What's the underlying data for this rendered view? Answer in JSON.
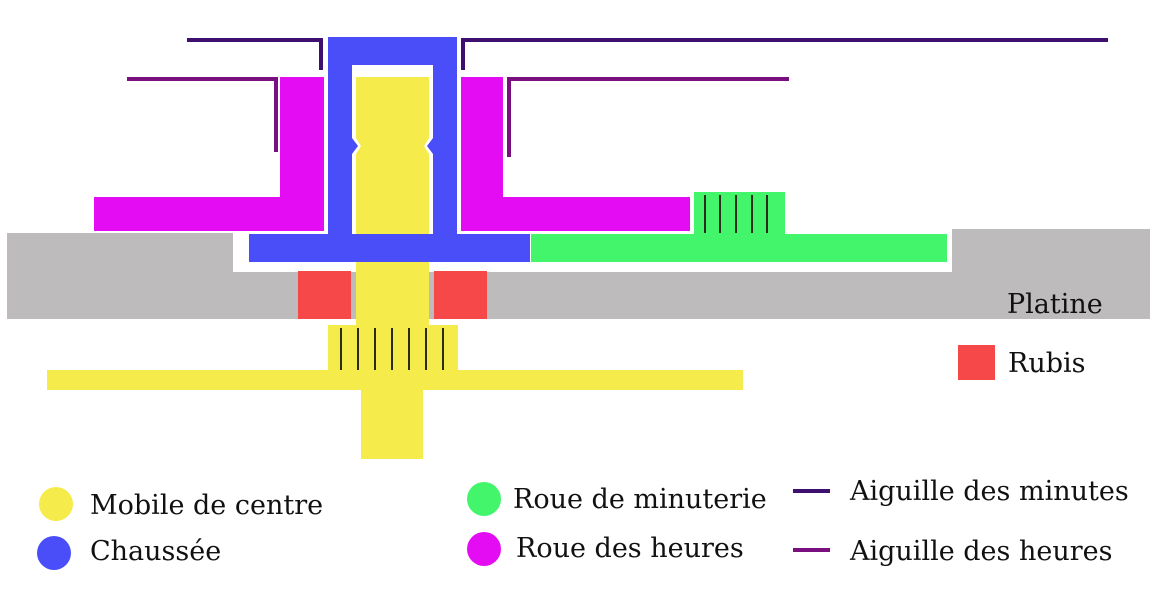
{
  "colors": {
    "mobile_de_centre": "#f5eb4a",
    "chaussee": "#4a4ef8",
    "roue_de_minuterie": "#42f56a",
    "roue_des_heures": "#e40cf2",
    "aiguille_des_minutes": "#3d1070",
    "aiguille_des_heures": "#7a1080",
    "platine": "#bdbbbc",
    "rubis": "#f64848",
    "teeth": "#2c2c1a"
  },
  "labels": {
    "platine": "Platine",
    "rubis": "Rubis"
  },
  "legend": [
    {
      "label": "Mobile de centre",
      "marker": "circle",
      "color_key": "mobile_de_centre"
    },
    {
      "label": "Chaussée",
      "marker": "circle",
      "color_key": "chaussee"
    },
    {
      "label": "Roue de minuterie",
      "marker": "circle",
      "color_key": "roue_de_minuterie"
    },
    {
      "label": "Roue des heures",
      "marker": "circle",
      "color_key": "roue_des_heures"
    },
    {
      "label": "Aiguille des minutes",
      "marker": "line",
      "color_key": "aiguille_des_minutes"
    },
    {
      "label": "Aiguille des heures",
      "marker": "line",
      "color_key": "aiguille_des_heures"
    }
  ]
}
